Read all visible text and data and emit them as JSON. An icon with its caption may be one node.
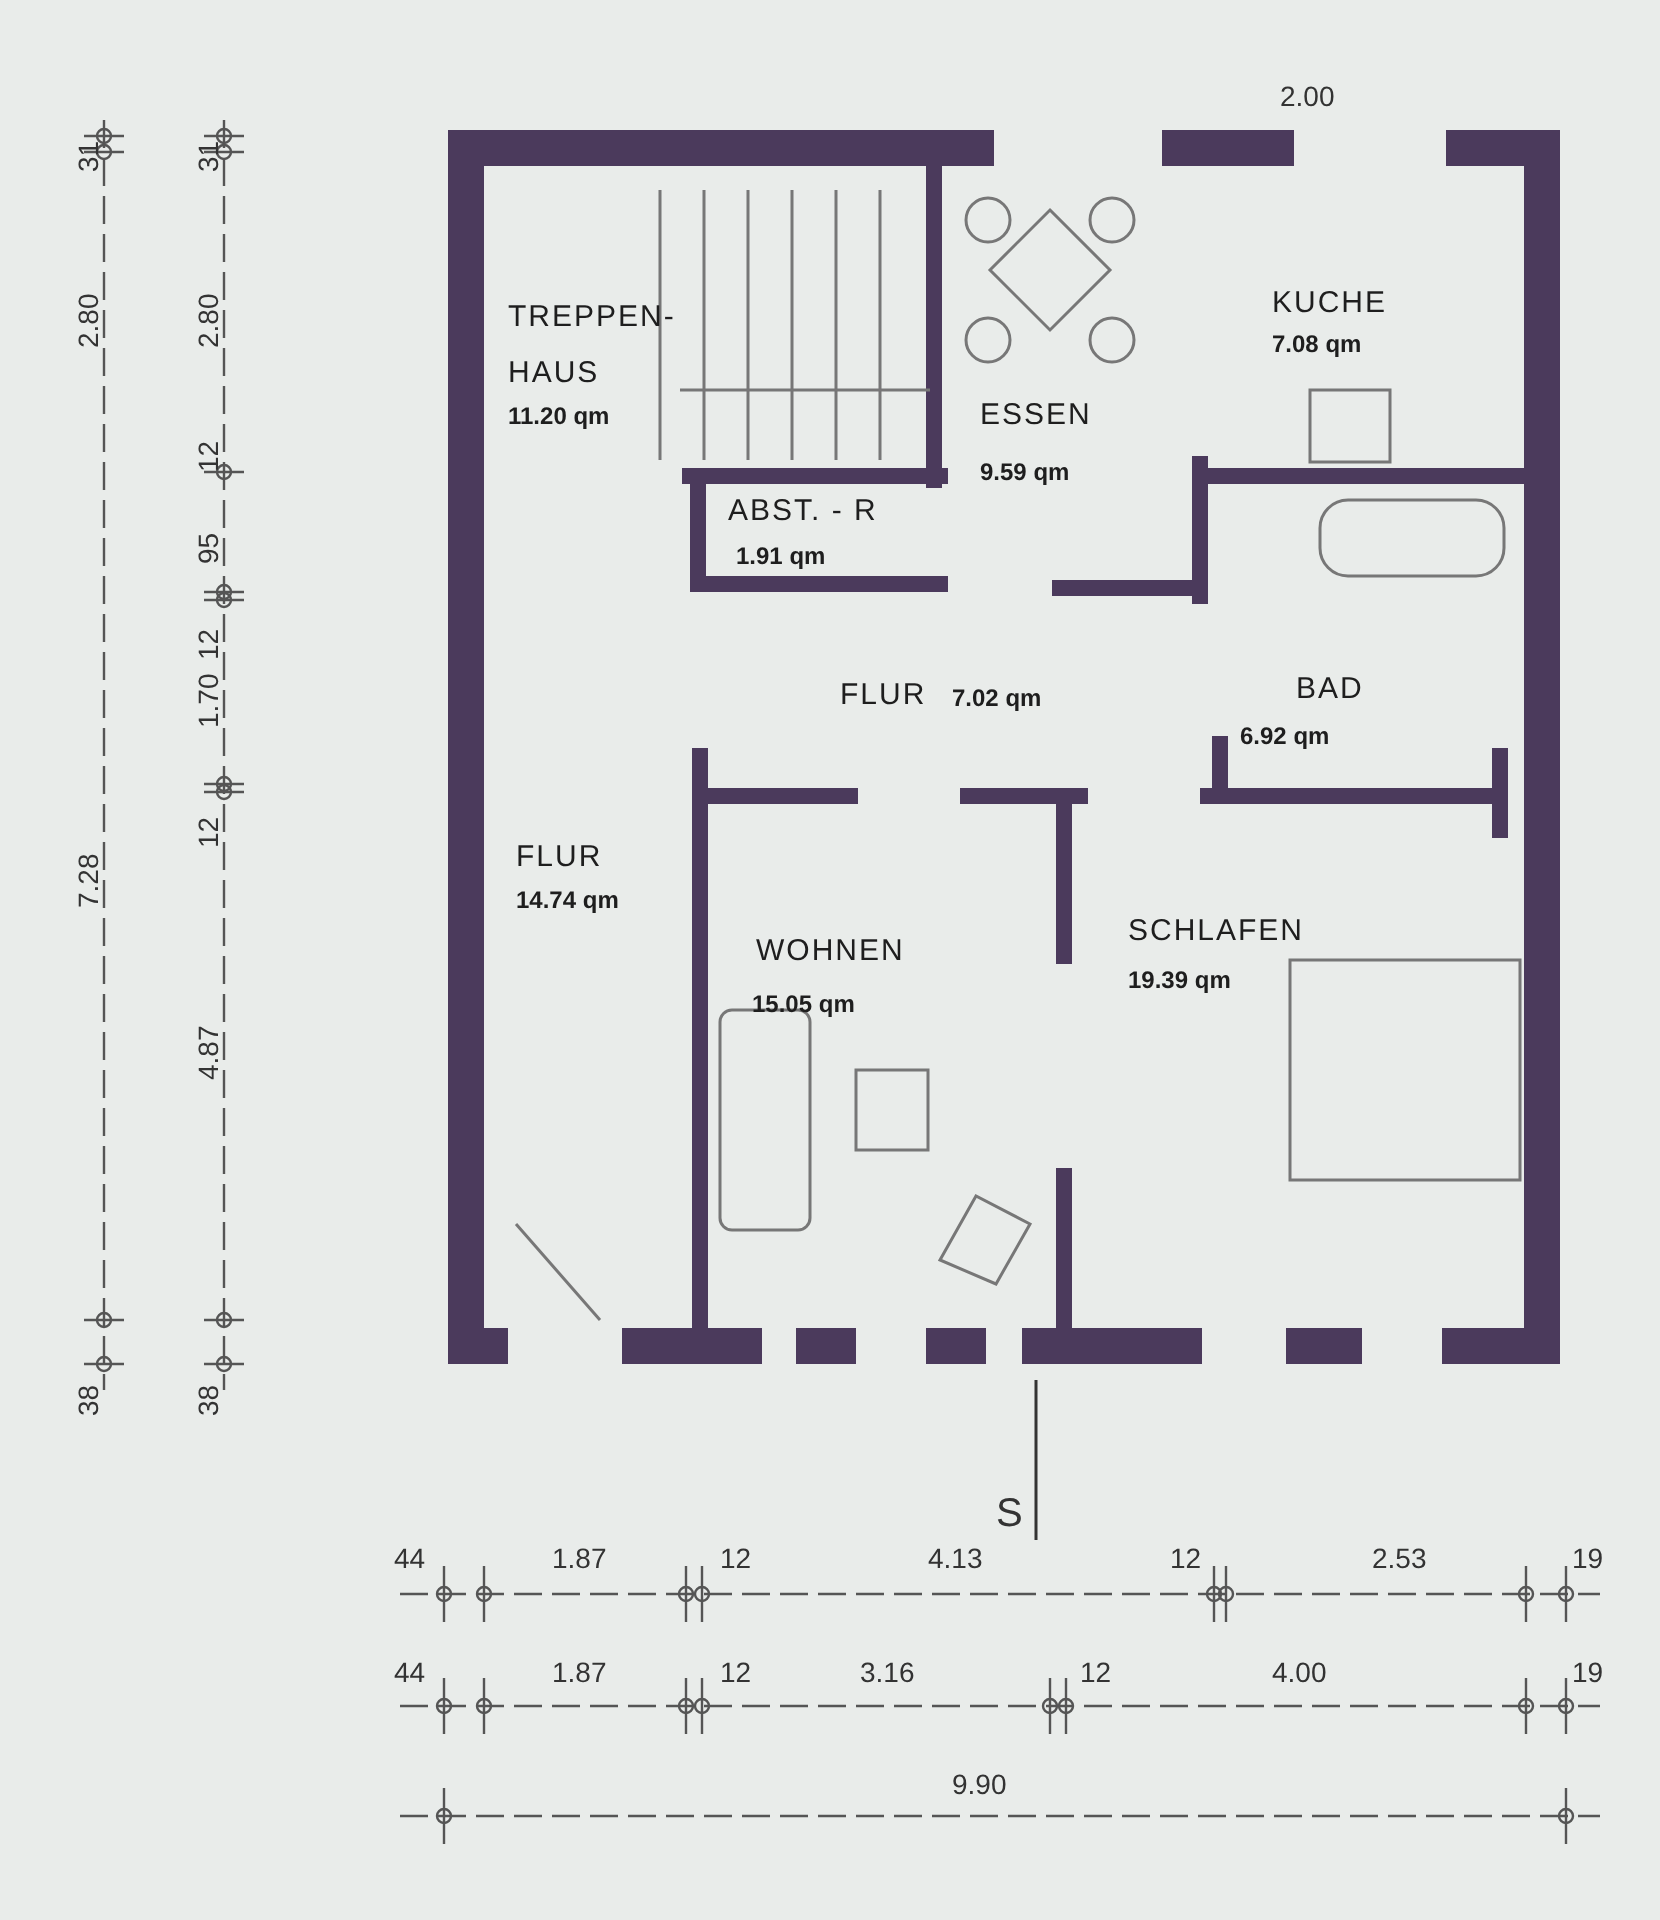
{
  "diagram": {
    "nodes": [
      {
        "text": [
          "TREPPEN- HAUS",
          "11.20 qm"
        ]
      },
      {
        "text": [
          "ESSEN",
          "9.59 qm"
        ]
      },
      {
        "text": [
          "KUCHE",
          "7.08 qm"
        ]
      },
      {
        "text": [
          "ABST. - R",
          "1.91 qm"
        ]
      },
      {
        "text": [
          "FLUR",
          "7.02 qm"
        ]
      },
      {
        "text": [
          "BAD",
          "6.92 qm"
        ]
      },
      {
        "text": [
          "FLUR",
          "14.74 qm"
        ]
      },
      {
        "text": [
          "WOHNEN",
          "15.05 qm"
        ]
      },
      {
        "text": [
          "SCHLAFEN",
          "19.39 qm"
        ]
      }
    ],
    "labels": [
      "2.00",
      "31",
      "2.80",
      "7.28",
      "38",
      "31",
      "2.80",
      "12",
      "95",
      "12",
      "1.70",
      "12",
      "4.87",
      "38",
      "S",
      "44",
      "1.87",
      "12",
      "4.13",
      "12",
      "2.53",
      "19",
      "44",
      "1.87",
      "12",
      "3.16",
      "12",
      "4.00",
      "19",
      "9.90"
    ]
  }
}
